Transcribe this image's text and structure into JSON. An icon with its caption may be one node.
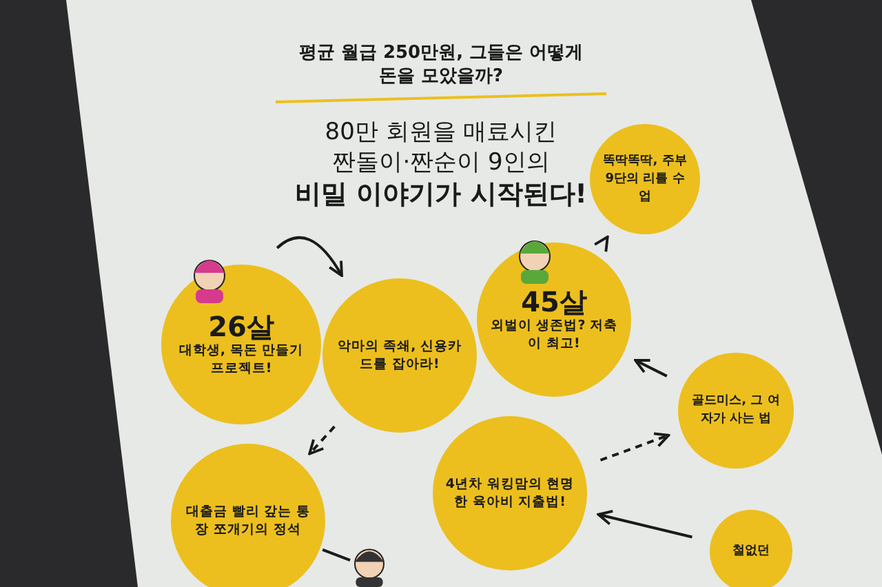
{
  "diagram": {
    "title": "평균 월급 250만원, 그들은 어떻게 돈을 모았을까?",
    "nodes": [
      {
        "text": [
          "26살",
          "대학생, 목돈 만들기 프로젝트!"
        ]
      },
      {
        "text": [
          "악마의 족쇄, 신용카드를 잡아라!"
        ]
      },
      {
        "text": [
          "대출금 빨리 갚는 통장 쪼개기의 정석"
        ]
      },
      {
        "text": [
          "45살",
          "외벌이 생존법? 저축이 최고!"
        ]
      },
      {
        "text": [
          "똑딱똑딱, 주부 9단의 리틀 수업"
        ]
      },
      {
        "text": [
          "골드미스, 그 여자가 사는 법"
        ]
      },
      {
        "text": [
          "4년차 워킹맘의 현명한 육아비 지출법!"
        ]
      },
      {
        "text": [
          "철없던"
        ]
      },
      {
        "text": [],
        "shape": "person"
      }
    ],
    "edges": [
      {
        "from": 0,
        "to": 1,
        "arrow": "to"
      },
      {
        "from": 1,
        "to": 2,
        "arrow": "to",
        "style": "dashed"
      },
      {
        "from": 3,
        "to": 4,
        "arrow": "to",
        "style": "dashed"
      },
      {
        "from": 5,
        "to": 3,
        "arrow": "to"
      },
      {
        "from": 6,
        "to": 5,
        "arrow": "to",
        "style": "dashed"
      },
      {
        "from": 7,
        "to": 6,
        "arrow": "to"
      },
      {
        "from": 2,
        "to": 8,
        "arrow": "none"
      }
    ],
    "labels": [
      "80만 회원을 매료시킨",
      "짠돌이·짠순이 9인의",
      "비밀 이야기가 시작된다!"
    ]
  }
}
